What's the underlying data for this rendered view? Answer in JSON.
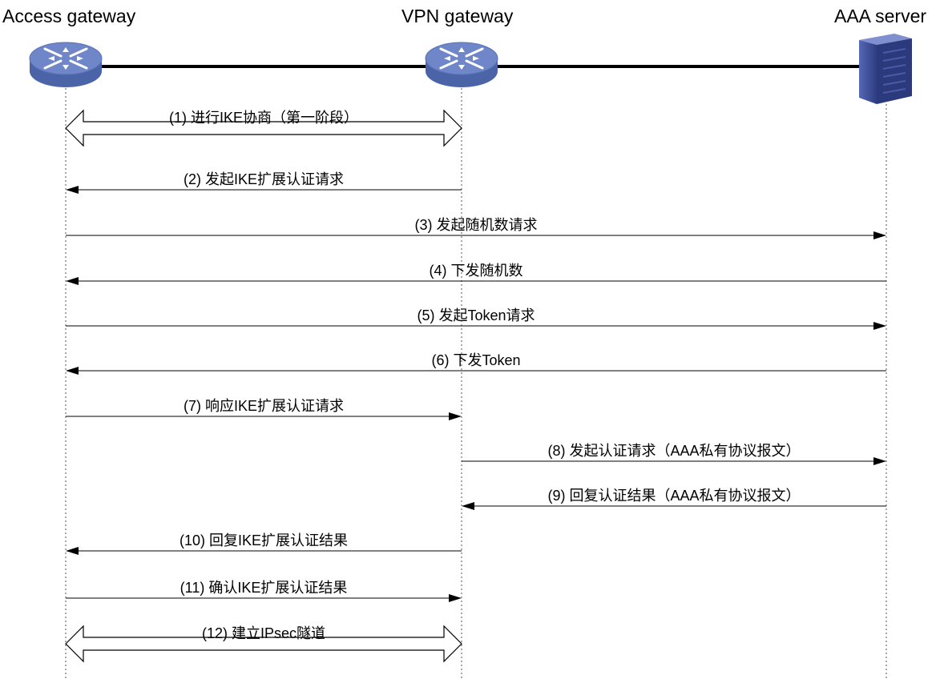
{
  "participants": [
    {
      "id": "access",
      "name": "Access gateway",
      "icon": "router-icon"
    },
    {
      "id": "vpn",
      "name": "VPN gateway",
      "icon": "router-icon"
    },
    {
      "id": "aaa",
      "name": "AAA server",
      "icon": "server-icon"
    }
  ],
  "messages": [
    {
      "label": "(1) 进行IKE协商（第一阶段）",
      "from": "access",
      "to": "vpn",
      "kind": "double"
    },
    {
      "label": "(2) 发起IKE扩展认证请求",
      "from": "vpn",
      "to": "access",
      "kind": "single"
    },
    {
      "label": "(3) 发起随机数请求",
      "from": "access",
      "to": "aaa",
      "kind": "single"
    },
    {
      "label": "(4) 下发随机数",
      "from": "aaa",
      "to": "access",
      "kind": "single"
    },
    {
      "label": "(5) 发起Token请求",
      "from": "access",
      "to": "aaa",
      "kind": "single"
    },
    {
      "label": "(6) 下发Token",
      "from": "aaa",
      "to": "access",
      "kind": "single"
    },
    {
      "label": "(7) 响应IKE扩展认证请求",
      "from": "access",
      "to": "vpn",
      "kind": "single"
    },
    {
      "label": "(8) 发起认证请求（AAA私有协议报文）",
      "from": "vpn",
      "to": "aaa",
      "kind": "single"
    },
    {
      "label": "(9) 回复认证结果（AAA私有协议报文）",
      "from": "aaa",
      "to": "vpn",
      "kind": "single"
    },
    {
      "label": "(10) 回复IKE扩展认证结果",
      "from": "vpn",
      "to": "access",
      "kind": "single"
    },
    {
      "label": "(11) 确认IKE扩展认证结果",
      "from": "access",
      "to": "vpn",
      "kind": "single"
    },
    {
      "label": "(12) 建立IPsec隧道",
      "from": "access",
      "to": "vpn",
      "kind": "double"
    }
  ],
  "colors": {
    "router_top": "#6f86c8",
    "router_side": "#4b64a8",
    "server_face": "#3e4f9a",
    "server_side": "#2b3a7c",
    "line": "#000000"
  }
}
